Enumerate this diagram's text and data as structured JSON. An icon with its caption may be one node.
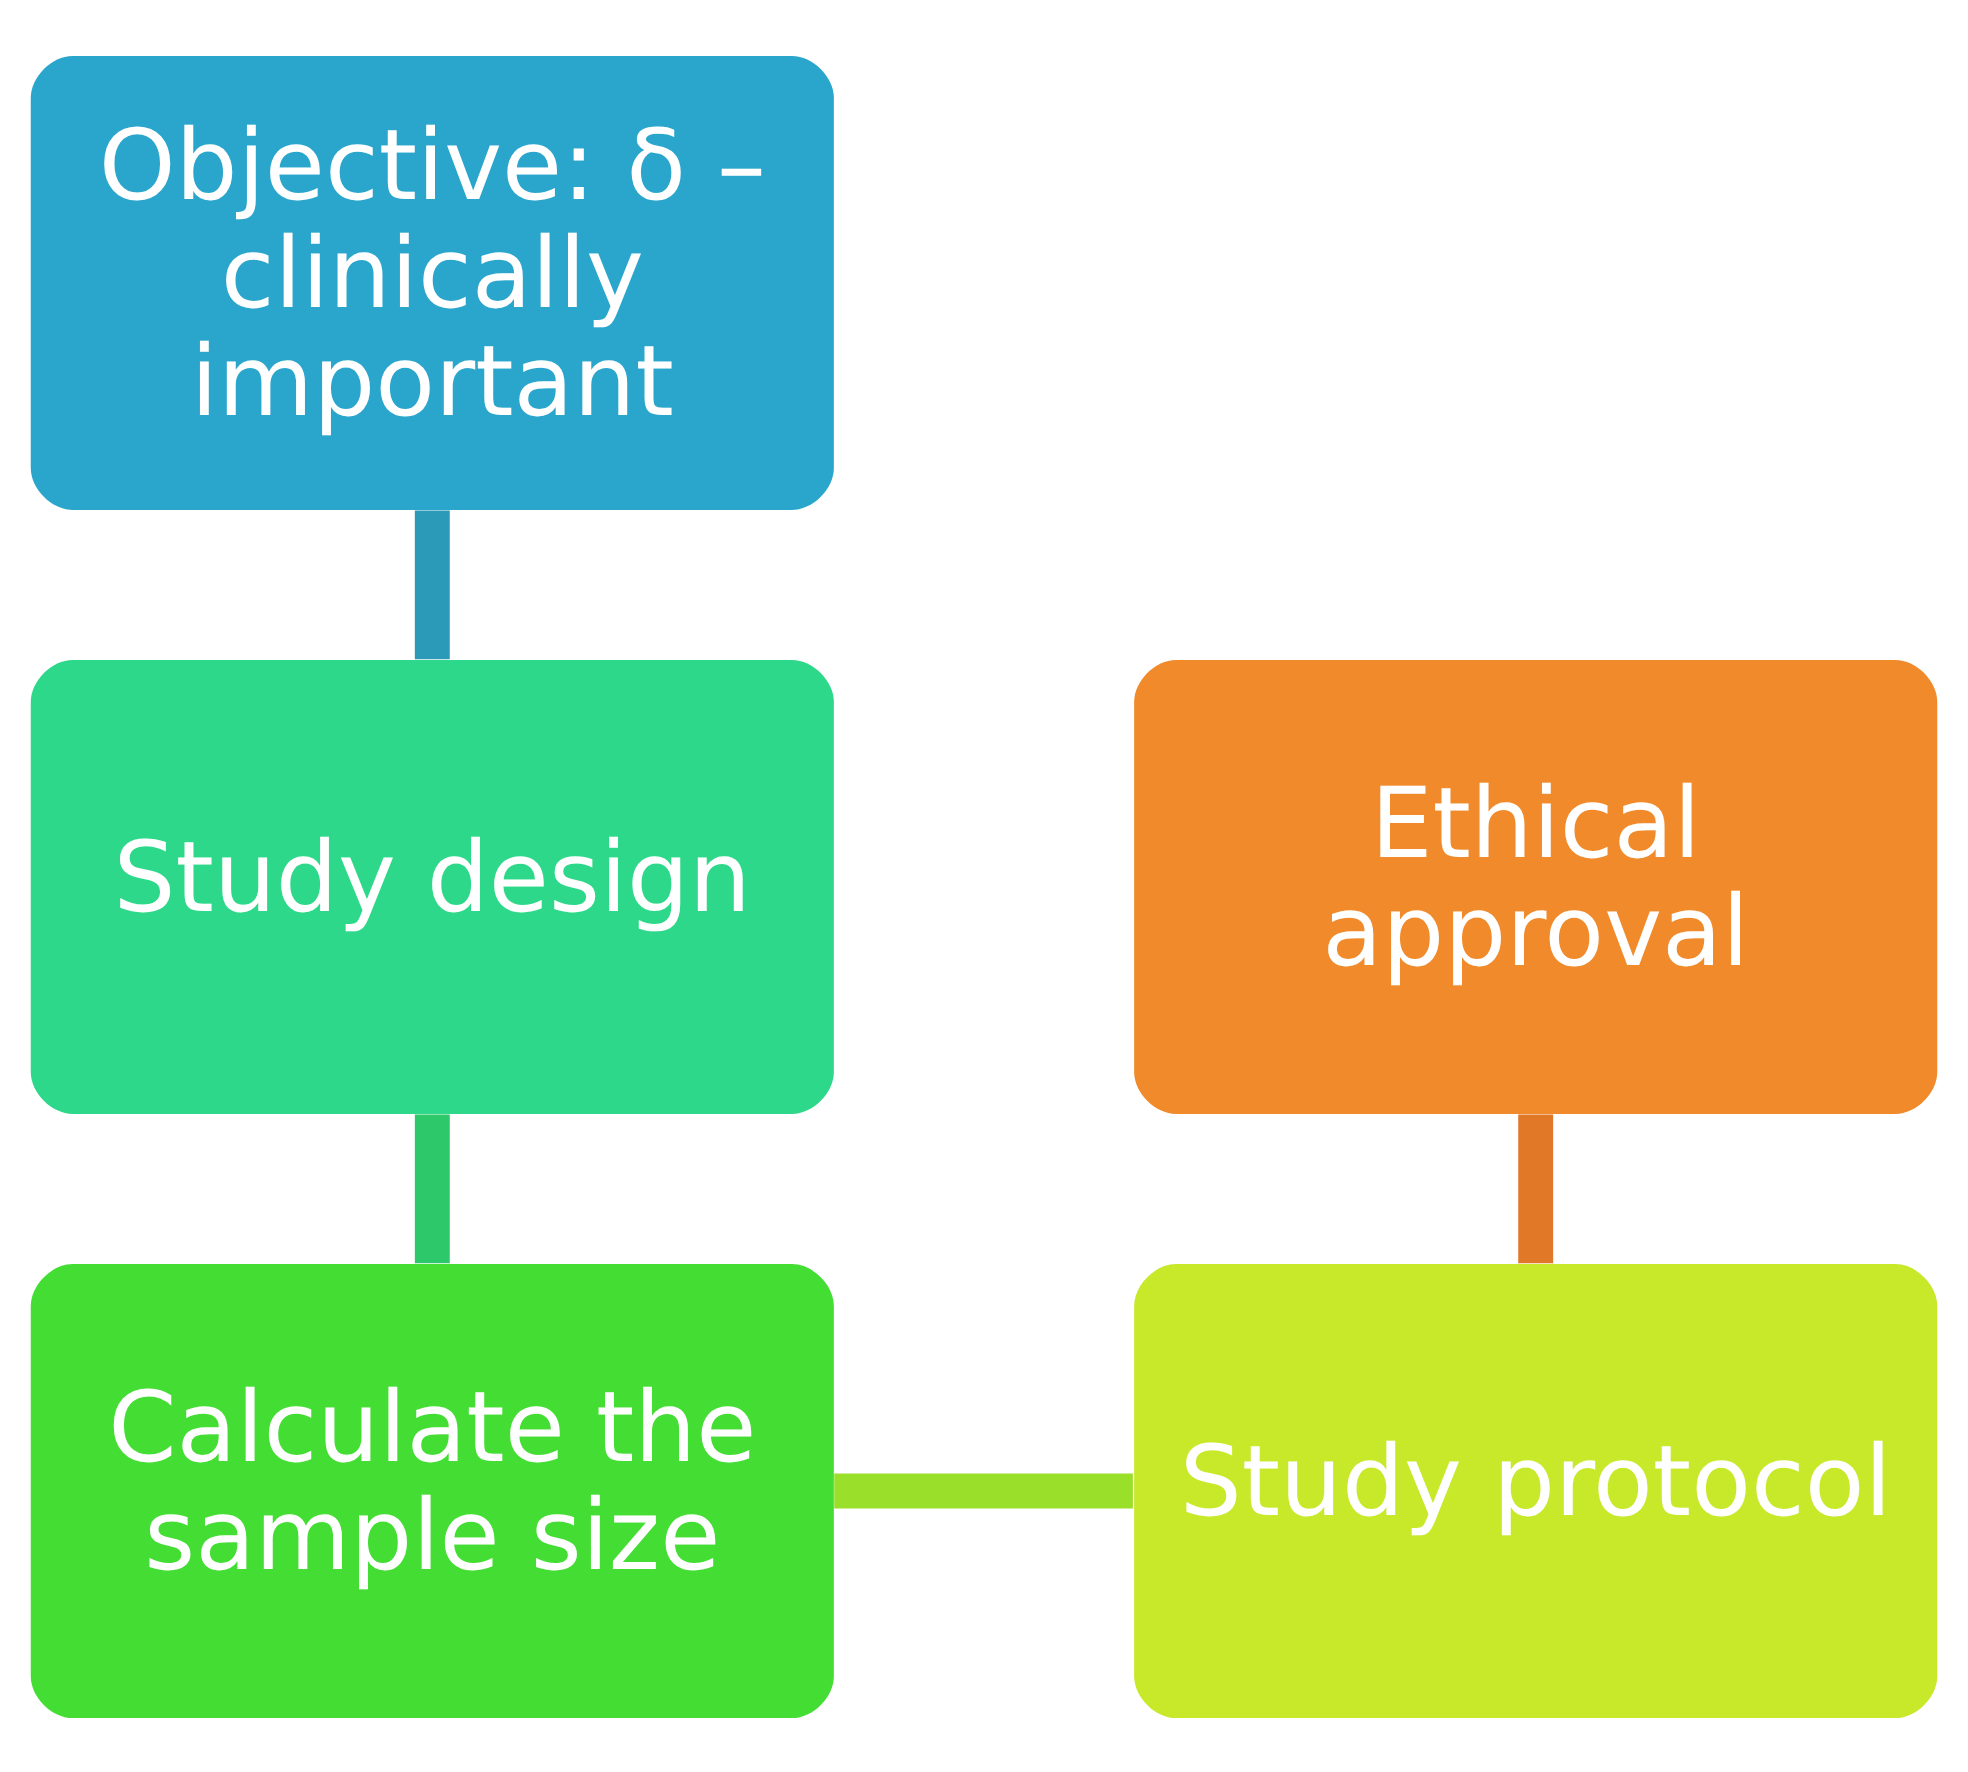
{
  "diagram": {
    "nodes": [
      {
        "text": [
          "Objective: δ – clinically important"
        ]
      },
      {
        "text": [
          "Study design"
        ]
      },
      {
        "text": [
          "Calculate the sample size"
        ]
      },
      {
        "text": [
          "Study protocol"
        ]
      },
      {
        "text": [
          "Ethical approval"
        ]
      }
    ],
    "edges": [
      {
        "from": 0,
        "to": 1,
        "arrow": "none",
        "color": "#2a9ab8"
      },
      {
        "from": 1,
        "to": 2,
        "arrow": "none",
        "color": "#2cc86a"
      },
      {
        "from": 2,
        "to": 3,
        "arrow": "none",
        "color": "#9ae02a"
      },
      {
        "from": 4,
        "to": 3,
        "arrow": "none",
        "color": "#e07828"
      }
    ]
  }
}
